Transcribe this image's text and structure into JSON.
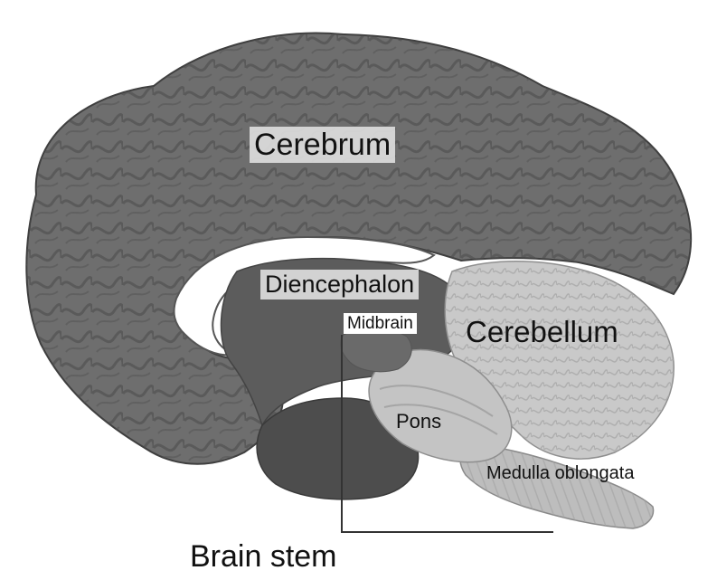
{
  "labels": {
    "cerebrum": "Cerebrum",
    "diencephalon": "Diencephalon",
    "midbrain": "Midbrain",
    "cerebellum": "Cerebellum",
    "pons": "Pons",
    "medulla": "Medulla oblongata",
    "brain_stem": "Brain stem"
  },
  "colors": {
    "cerebrum": "#6e6e6e",
    "cerebrum_dark": "#4e4e4e",
    "cerebellum": "#c9c9c9",
    "brainstem_light": "#bdbdbd",
    "deep_structures": "#5a5a5a",
    "label_box": "#dcdcdc"
  }
}
